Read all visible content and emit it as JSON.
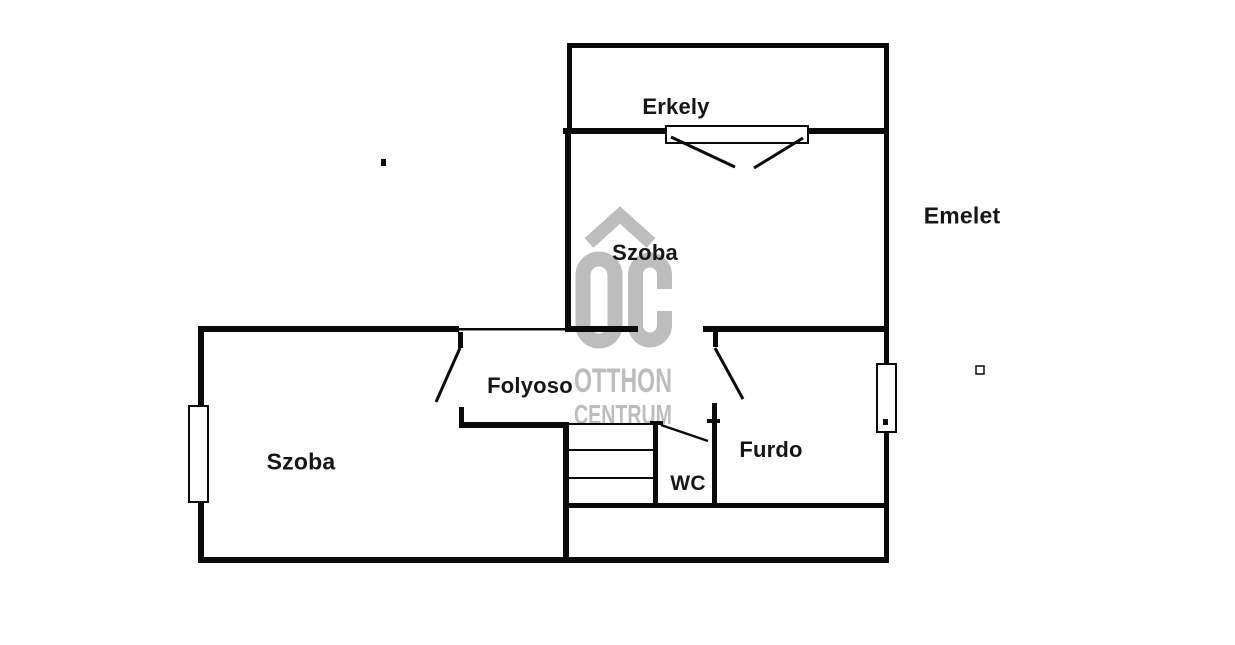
{
  "floorplan": {
    "floor_title": "Emelet",
    "rooms": {
      "balcony": "Erkely",
      "room_upper": "Szoba",
      "room_left": "Szoba",
      "hallway": "Folyoso",
      "bathroom": "Furdo",
      "wc": "WC"
    },
    "watermark": {
      "logo": "OC",
      "line1": "OTTHON",
      "line2": "CENTRUM",
      "color": "#bdbdbd"
    },
    "colors": {
      "wall": "#0a0a0a",
      "background": "#ffffff",
      "label_text": "#161616"
    }
  }
}
